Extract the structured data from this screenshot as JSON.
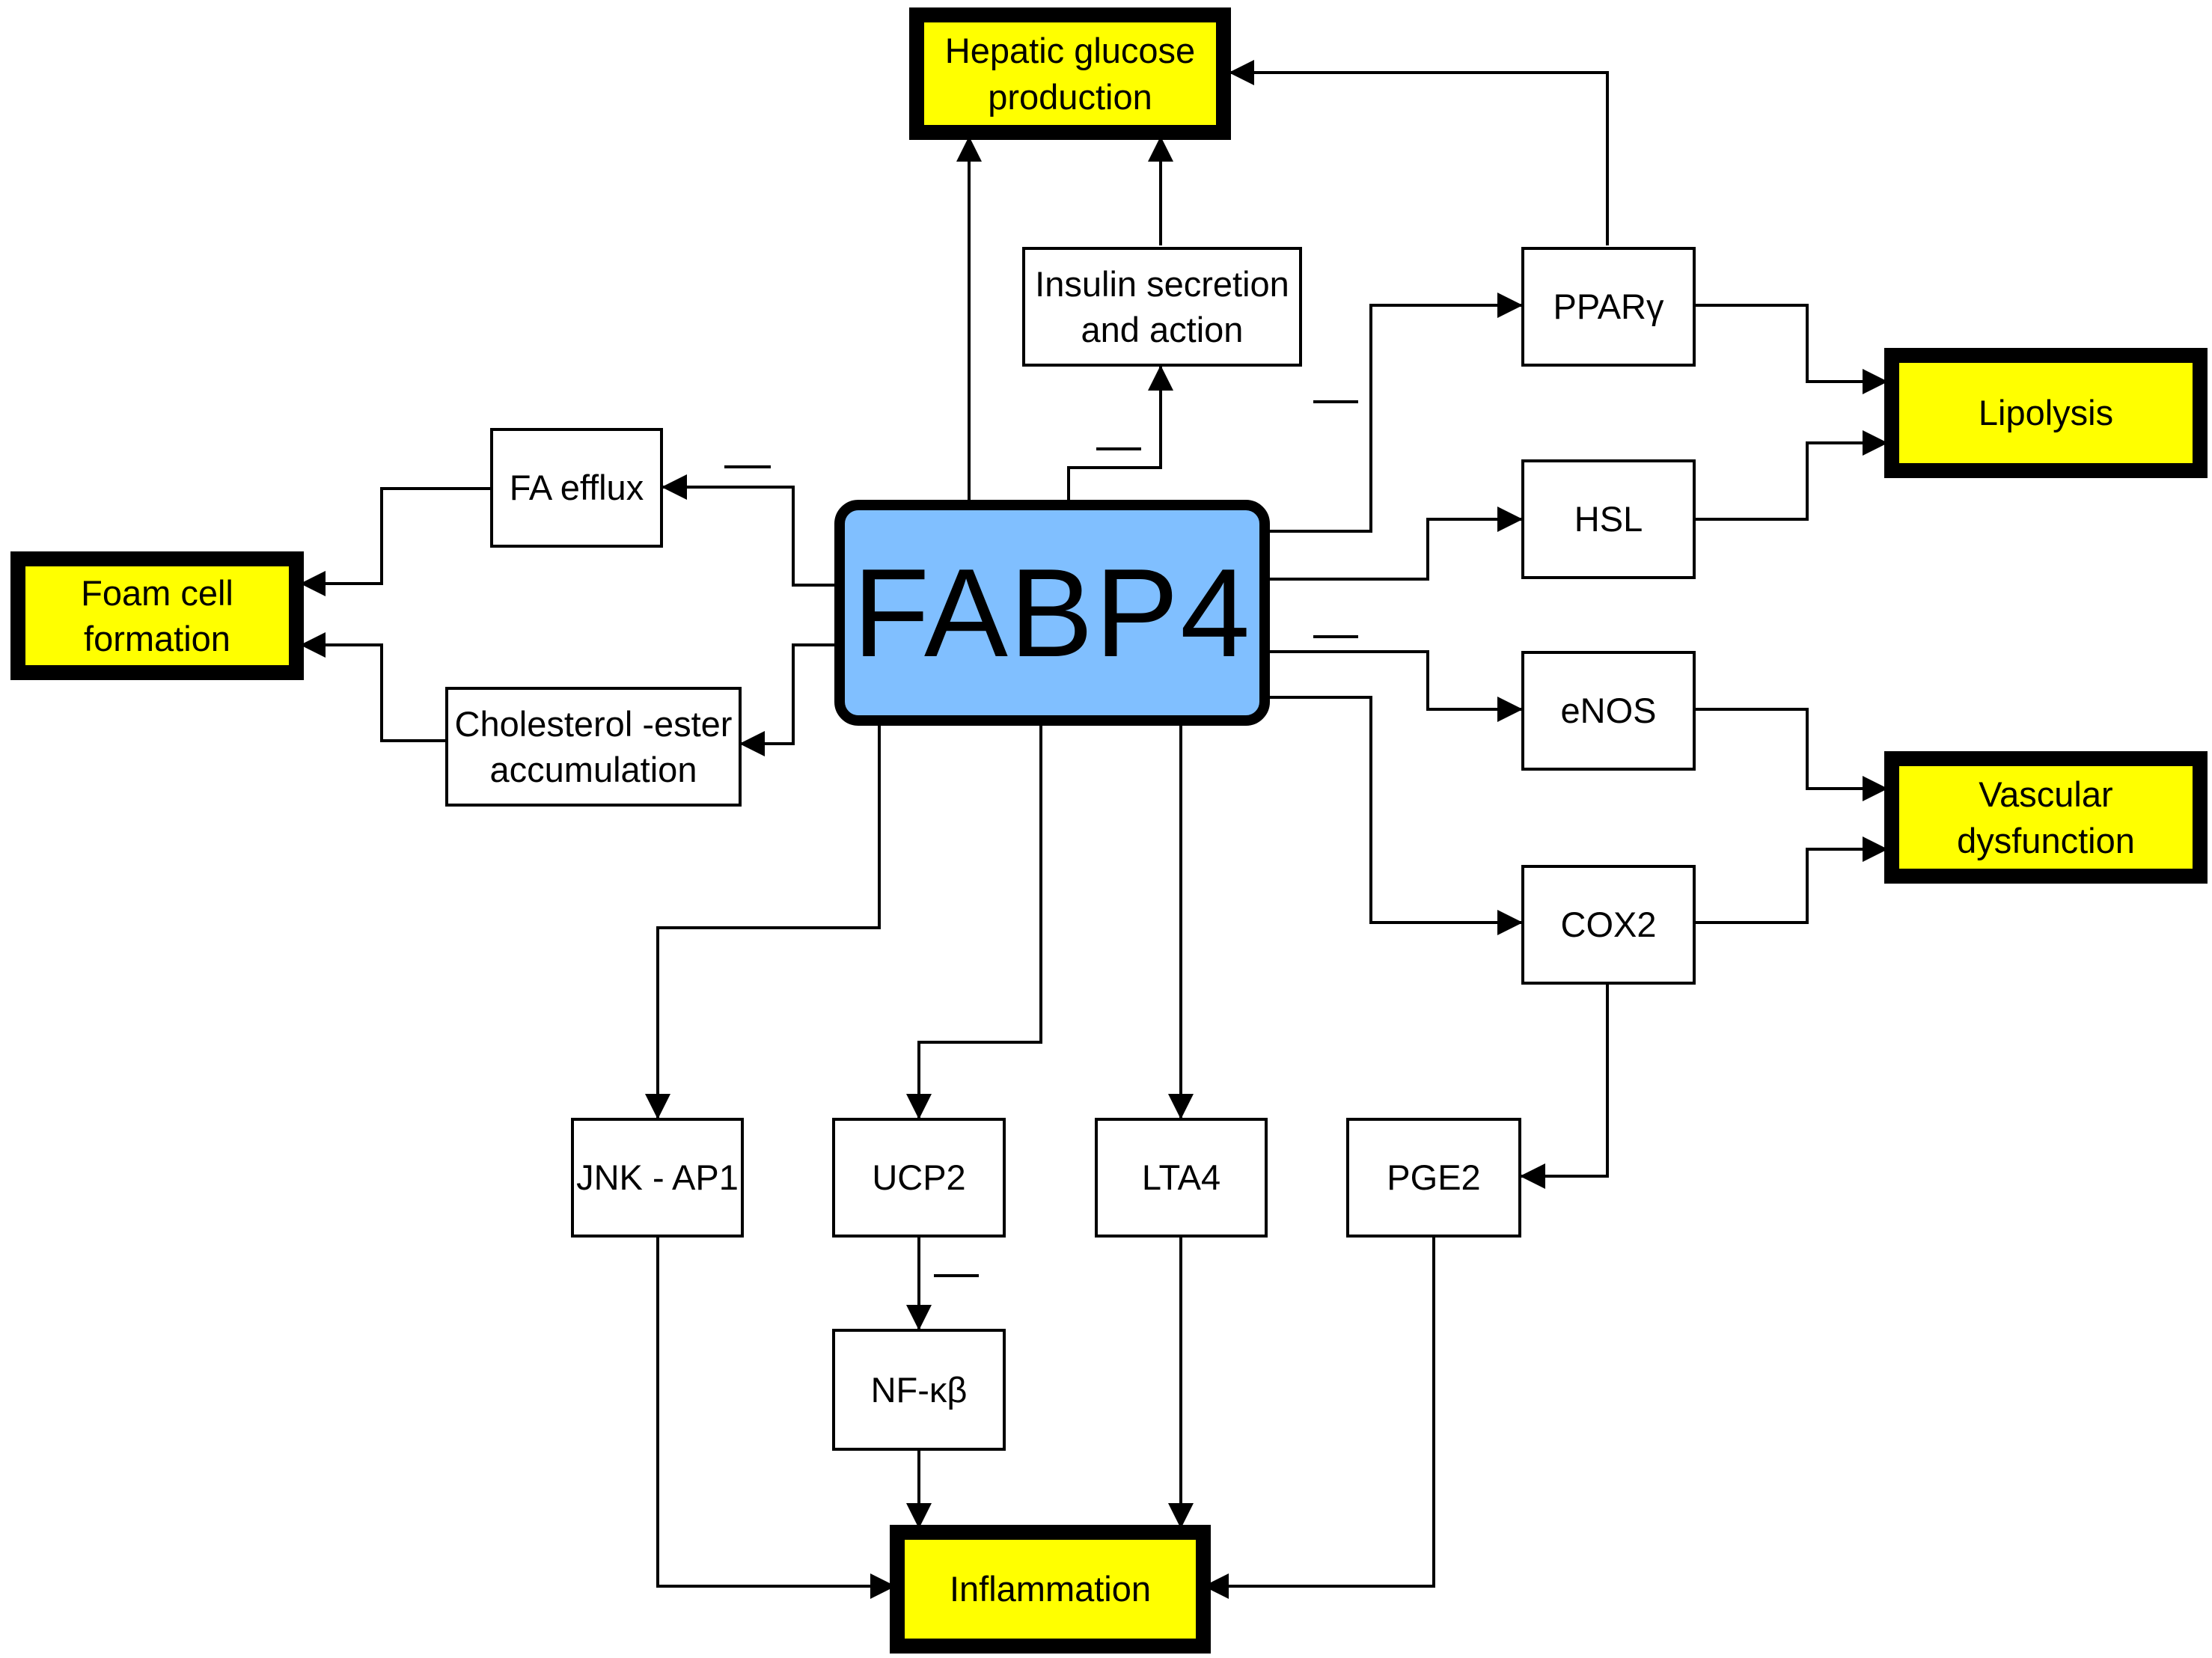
{
  "hub": {
    "label": "FABP4"
  },
  "outcomes": {
    "hepatic": "Hepatic glucose\nproduction",
    "foam": "Foam cell\nformation",
    "lipolysis": "Lipolysis",
    "vascular": "Vascular\ndysfunction",
    "inflammation": "Inflammation"
  },
  "mediators": {
    "insulin": "Insulin secretion\nand action",
    "ppar": "PPARγ",
    "fa_efflux": "FA efflux",
    "hsl": "HSL",
    "cholesterol": "Cholesterol -ester\naccumulation",
    "enos": "eNOS",
    "cox2": "COX2",
    "jnk": "JNK - AP1",
    "ucp2": "UCP2",
    "lta4": "LTA4",
    "pge2": "PGE2",
    "nfkb": "NF-κβ"
  },
  "colors": {
    "hub_fill": "#80bfff",
    "outcome_fill": "#ffff00",
    "line": "#000000"
  }
}
